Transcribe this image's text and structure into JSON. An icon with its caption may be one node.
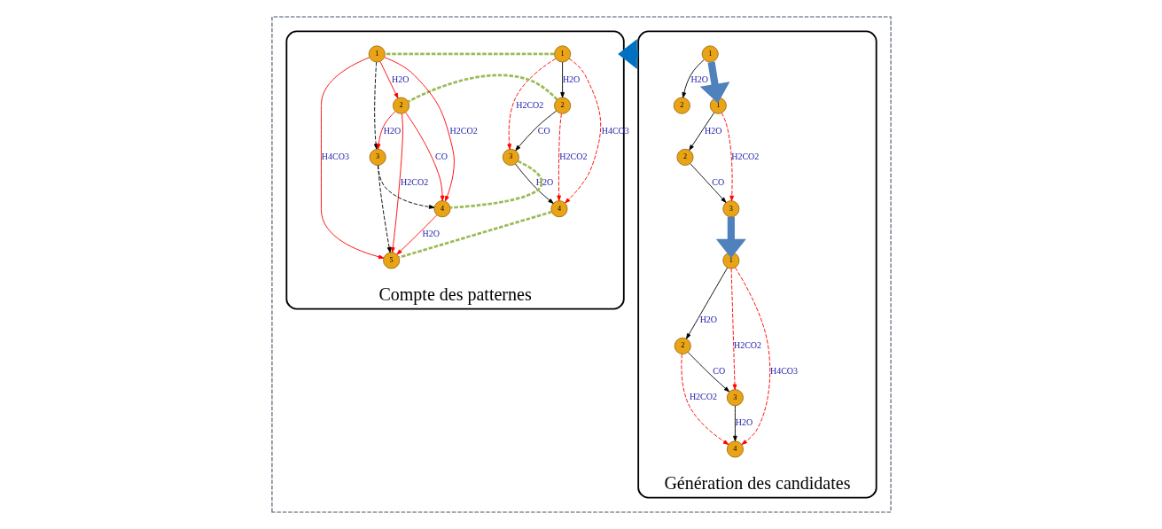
{
  "diagram": {
    "nodes": [
      {
        "text": [],
        "shape": "box"
      },
      {
        "text": [
          "Compte des patternes"
        ],
        "in": 0
      },
      {
        "text": [
          "Génération des candidates"
        ],
        "in": 0
      },
      {
        "text": [
          "1"
        ],
        "in": 1
      },
      {
        "text": [
          "2"
        ],
        "in": 1
      },
      {
        "text": [
          "3"
        ],
        "in": 1
      },
      {
        "text": [
          "4"
        ],
        "in": 1
      },
      {
        "text": [
          "1"
        ],
        "in": 1
      },
      {
        "text": [
          "2"
        ],
        "in": 1
      },
      {
        "text": [
          "3"
        ],
        "in": 1
      },
      {
        "text": [
          "4"
        ],
        "in": 1
      },
      {
        "text": [
          "5"
        ],
        "in": 1
      },
      {
        "text": [
          "1"
        ],
        "in": 2
      },
      {
        "text": [
          "2"
        ],
        "in": 2
      },
      {
        "text": [
          "1"
        ],
        "in": 2
      },
      {
        "text": [
          "2"
        ],
        "in": 2
      },
      {
        "text": [
          "3"
        ],
        "in": 2
      },
      {
        "text": [
          "1"
        ],
        "in": 2
      },
      {
        "text": [
          "2"
        ],
        "in": 2
      },
      {
        "text": [
          "3"
        ],
        "in": 2
      },
      {
        "text": [
          "4"
        ],
        "in": 2
      }
    ],
    "edges": [
      {
        "from": 3,
        "to": 4,
        "arrow": "to",
        "label": "H2O",
        "color": "#000000"
      },
      {
        "from": 4,
        "to": 5,
        "arrow": "to",
        "label": "CO",
        "color": "#000000"
      },
      {
        "from": 5,
        "to": 6,
        "arrow": "to",
        "label": "H2O",
        "color": "#000000"
      },
      {
        "from": 3,
        "to": 5,
        "arrow": "to",
        "label": "H2CO2",
        "style": "dashed",
        "color": "#ff0000"
      },
      {
        "from": 4,
        "to": 6,
        "arrow": "to",
        "label": "H2CO2",
        "style": "dashed",
        "color": "#ff0000"
      },
      {
        "from": 3,
        "to": 6,
        "arrow": "to",
        "label": "H4CO3",
        "style": "dashed",
        "color": "#ff0000"
      },
      {
        "from": 7,
        "to": 8,
        "arrow": "to",
        "label": "H2O",
        "color": "#ff0000"
      },
      {
        "from": 8,
        "to": 10,
        "arrow": "to",
        "label": "CO",
        "color": "#ff0000"
      },
      {
        "from": 7,
        "to": 10,
        "arrow": "to",
        "label": "H2CO2",
        "color": "#ff0000"
      },
      {
        "from": 8,
        "to": 9,
        "arrow": "to",
        "label": "H2O",
        "color": "#ff0000"
      },
      {
        "from": 8,
        "to": 11,
        "arrow": "to",
        "label": "H2CO2",
        "color": "#ff0000"
      },
      {
        "from": 7,
        "to": 11,
        "arrow": "to",
        "label": "H4CO3",
        "color": "#ff0000"
      },
      {
        "from": 10,
        "to": 11,
        "arrow": "to",
        "label": "H2O",
        "color": "#ff0000"
      },
      {
        "from": 7,
        "to": 9,
        "arrow": "to",
        "style": "dashed",
        "color": "#000000"
      },
      {
        "from": 9,
        "to": 10,
        "arrow": "to",
        "style": "dashed",
        "color": "#000000"
      },
      {
        "from": 9,
        "to": 11,
        "arrow": "to",
        "style": "dashed",
        "color": "#000000"
      },
      {
        "from": 3,
        "to": 7,
        "arrow": "none",
        "style": "dashed",
        "color": "#9bbb59"
      },
      {
        "from": 4,
        "to": 8,
        "arrow": "none",
        "style": "dashed",
        "color": "#9bbb59"
      },
      {
        "from": 5,
        "to": 10,
        "arrow": "none",
        "style": "dashed",
        "color": "#9bbb59"
      },
      {
        "from": 6,
        "to": 11,
        "arrow": "none",
        "style": "dashed",
        "color": "#9bbb59"
      },
      {
        "from": 12,
        "to": 13,
        "arrow": "to",
        "label": "H2O",
        "color": "#000000"
      },
      {
        "from": 14,
        "to": 15,
        "arrow": "to",
        "label": "H2O",
        "color": "#000000"
      },
      {
        "from": 15,
        "to": 16,
        "arrow": "to",
        "label": "CO",
        "color": "#000000"
      },
      {
        "from": 14,
        "to": 16,
        "arrow": "to",
        "label": "H2CO2",
        "style": "dashed",
        "color": "#ff0000"
      },
      {
        "from": 17,
        "to": 18,
        "arrow": "to",
        "label": "H2O",
        "color": "#000000"
      },
      {
        "from": 18,
        "to": 19,
        "arrow": "to",
        "label": "CO",
        "color": "#000000"
      },
      {
        "from": 19,
        "to": 20,
        "arrow": "to",
        "label": "H2O",
        "color": "#000000"
      },
      {
        "from": 17,
        "to": 19,
        "arrow": "to",
        "label": "H2CO2",
        "style": "dashed",
        "color": "#ff0000"
      },
      {
        "from": 18,
        "to": 20,
        "arrow": "to",
        "label": "H2CO2",
        "style": "dashed",
        "color": "#ff0000"
      },
      {
        "from": 17,
        "to": 20,
        "arrow": "to",
        "label": "H4CO3",
        "style": "dashed",
        "color": "#ff0000"
      },
      {
        "from": 12,
        "to": 14,
        "arrow": "to",
        "style": "thick",
        "color": "#4f81bd"
      },
      {
        "from": 16,
        "to": 17,
        "arrow": "to",
        "style": "thick",
        "color": "#4f81bd"
      },
      {
        "from": 2,
        "to": 1,
        "arrow": "to",
        "style": "thick",
        "color": "#0070c0"
      }
    ]
  }
}
